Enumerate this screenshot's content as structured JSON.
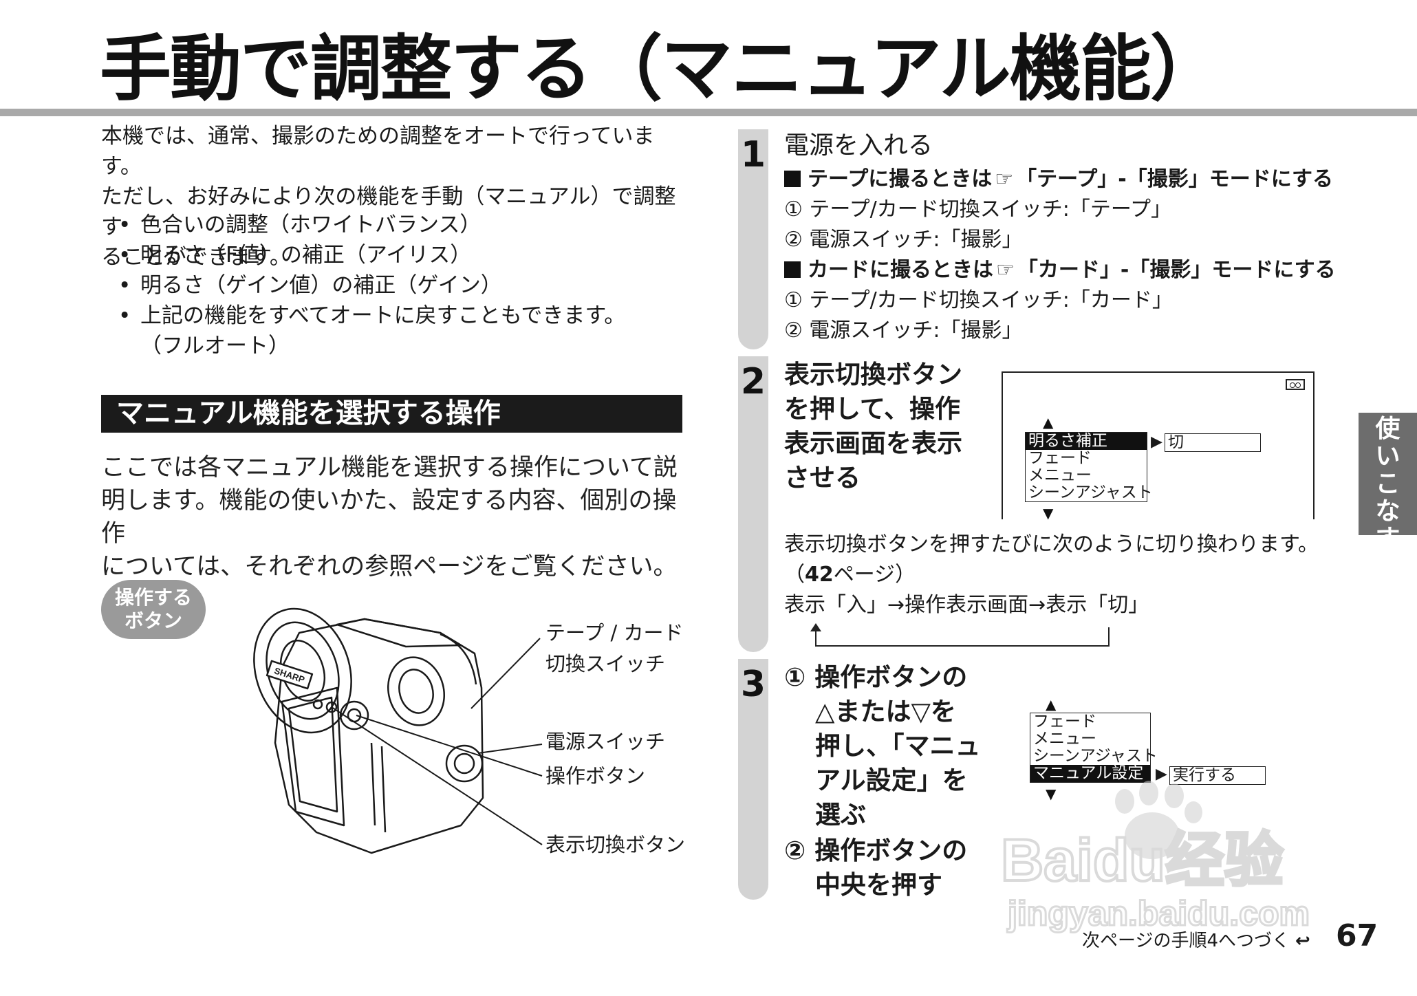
{
  "title": "手動で調整する（マニュアル機能）",
  "intro": {
    "lines": [
      "本機では、通常、撮影のための調整をオートで行っています。",
      "ただし、お好みにより次の機能を手動（マニュアル）で調整す",
      "ることができます。"
    ],
    "bullets": [
      "色合いの調整（ホワイトバランス）",
      "明るさ（F値）の補正（アイリス）",
      "明るさ（ゲイン値）の補正（ゲイン）",
      "上記の機能をすべてオートに戻すこともできます。"
    ],
    "bullet_note": "（フルオート）"
  },
  "section": {
    "heading": "マニュアル機能を選択する操作",
    "body": [
      "ここでは各マニュアル機能を選択する操作について説",
      "明します。機能の使いかた、設定する内容、個別の操作",
      "については、それぞれの参照ページをご覧ください。"
    ]
  },
  "operation_badge": {
    "line1": "操作する",
    "line2": "ボタン"
  },
  "camera": {
    "brand": "SHARP",
    "labels": {
      "switch_line1": "テープ / カード",
      "switch_line2": "切換スイッチ",
      "power": "電源スイッチ",
      "op_button": "操作ボタン",
      "display_button": "表示切換ボタン"
    }
  },
  "steps": {
    "step1": {
      "number": "1",
      "title": "電源を入れる",
      "tape_heading": "テープに撮るときは",
      "tape_mode": "「テープ」-「撮影」モードにする",
      "tape_item1": "① テープ/カード切換スイッチ:「テープ」",
      "tape_item2": "② 電源スイッチ:「撮影」",
      "card_heading": "カードに撮るときは",
      "card_mode": "「カード」-「撮影」モードにする",
      "card_item1": "① テープ/カード切換スイッチ:「カード」",
      "card_item2": "② 電源スイッチ:「撮影」"
    },
    "step2": {
      "number": "2",
      "title_lines": [
        "表示切換ボタン",
        "を押して、操作",
        "表示画面を表示",
        "させる"
      ],
      "menu": [
        "明るさ補正",
        "フェード",
        "メニュー",
        "シーンアジャスト"
      ],
      "menu_selected_value": "切",
      "desc_line1": "表示切換ボタンを押すたびに次のように切り換わります。",
      "desc_ref_open": "（",
      "desc_ref_page": "42",
      "desc_ref_close": "ページ）",
      "cycle": "表示「入」→操作表示画面→表示「切」"
    },
    "step3": {
      "number": "3",
      "lines": [
        "① 操作ボタンの",
        "△または▽を",
        "押し、「マニュ",
        "アル設定」を",
        "選ぶ",
        "② 操作ボタンの",
        "中央を押す"
      ],
      "menu": [
        "フェード",
        "メニュー",
        "シーンアジャスト",
        "マニュアル設定"
      ],
      "menu_selected_value": "実行する"
    }
  },
  "side_tab": {
    "line1": "使",
    "line2": "い",
    "line3": "こ",
    "line4": "な",
    "line5": "す"
  },
  "footer": {
    "continue": "次ページの手順4へつづく",
    "page": "67"
  },
  "watermark": {
    "brand": "Baidu经验",
    "url": "jingyan.baidu.com"
  }
}
